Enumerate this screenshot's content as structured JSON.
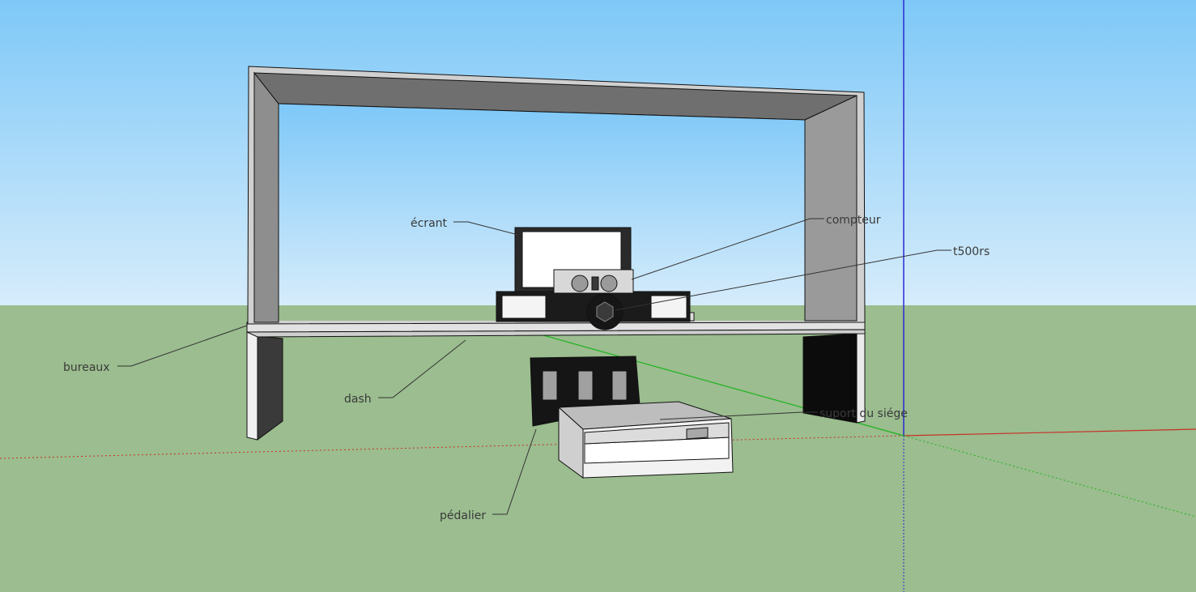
{
  "colors": {
    "sky_top": "#7ec8f8",
    "sky_bottom": "#d6ecfb",
    "ground": "#9bbd8f",
    "axis_red": "#c8302a",
    "axis_green": "#1db41d",
    "axis_blue": "#2a2ad2"
  },
  "labels": {
    "ecrant": "écrant",
    "compteur": "compteur",
    "t500rs": "t500rs",
    "bureaux": "bureaux",
    "dash": "dash",
    "suport_siege": "suport du siége",
    "pedalier": "pédalier"
  }
}
